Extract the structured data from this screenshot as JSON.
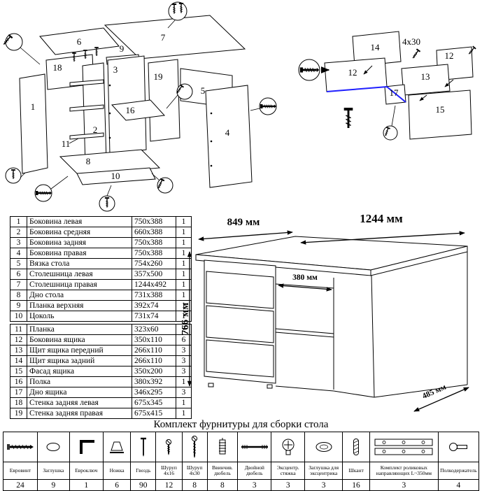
{
  "page": {
    "hardware_title": "Комплект фурнитуры для сборки стола"
  },
  "parts_table": {
    "upper_rows": [
      {
        "num": "1",
        "name": "Боковина левая",
        "size": "750x388",
        "qty": "1"
      },
      {
        "num": "2",
        "name": "Боковина средняя",
        "size": "660x388",
        "qty": "1"
      },
      {
        "num": "3",
        "name": "Боковина задняя",
        "size": "750x388",
        "qty": "1"
      },
      {
        "num": "4",
        "name": "Боковина правая",
        "size": "750x388",
        "qty": "1"
      },
      {
        "num": "5",
        "name": "Вязка стола",
        "size": "754x260",
        "qty": "1"
      },
      {
        "num": "6",
        "name": "Столешница левая",
        "size": "357x500",
        "qty": "1"
      },
      {
        "num": "7",
        "name": "Столешница правая",
        "size": "1244x492",
        "qty": "1"
      },
      {
        "num": "8",
        "name": "Дно стола",
        "size": "731x388",
        "qty": "1"
      },
      {
        "num": "9",
        "name": "Планка верхняя",
        "size": "392x74",
        "qty": "1"
      },
      {
        "num": "10",
        "name": "Цоколь",
        "size": "731x74",
        "qty": "1"
      }
    ],
    "lower_rows": [
      {
        "num": "11",
        "name": "Планка",
        "size": "323x60",
        "qty": "2"
      },
      {
        "num": "12",
        "name": "Боковина ящика",
        "size": "350x110",
        "qty": "6"
      },
      {
        "num": "13",
        "name": "Щит ящика передний",
        "size": "266x110",
        "qty": "3"
      },
      {
        "num": "14",
        "name": "Щит ящика задний",
        "size": "266x110",
        "qty": "3"
      },
      {
        "num": "15",
        "name": "Фасад ящика",
        "size": "350x200",
        "qty": "3"
      },
      {
        "num": "16",
        "name": "Полка",
        "size": "380x392",
        "qty": "1"
      },
      {
        "num": "17",
        "name": "Дно ящика",
        "size": "346x295",
        "qty": "3"
      },
      {
        "num": "18",
        "name": "Стенка задняя левая",
        "size": "675x345",
        "qty": "1"
      },
      {
        "num": "19",
        "name": "Стенка задняя правая",
        "size": "675x415",
        "qty": "1"
      }
    ]
  },
  "main_diagram": {
    "l1": "1",
    "l2": "2",
    "l3": "3",
    "l4": "4",
    "l5": "5",
    "l6": "6",
    "l7": "7",
    "l8": "8",
    "l9": "9",
    "l10": "10",
    "l11": "11",
    "l16": "16",
    "l18": "18",
    "l19": "19"
  },
  "drawer_diagram": {
    "l12a": "12",
    "l12b": "12",
    "l13": "13",
    "l14": "14",
    "l15": "15",
    "l17": "17",
    "screw_size": "4x30"
  },
  "desk_drawing": {
    "dim_width_left": "849 мм",
    "dim_width_right": "1244 мм",
    "dim_height": "766 мм",
    "dim_niche_width": "380 мм",
    "dim_depth": "485 мм"
  },
  "hardware": {
    "items": [
      {
        "name": "Евровинт",
        "qty": "24"
      },
      {
        "name": "Заглушка",
        "qty": "9"
      },
      {
        "name": "Евроключ",
        "qty": "1"
      },
      {
        "name": "Ножка",
        "qty": "6"
      },
      {
        "name": "Гвоздь",
        "qty": "90"
      },
      {
        "name": "Шуруп 4x16",
        "qty": "12"
      },
      {
        "name": "Шуруп 4x30",
        "qty": "8"
      },
      {
        "name": "Ввинчив. дюбель",
        "qty": "8"
      },
      {
        "name": "Двойной дюбель",
        "qty": "3"
      },
      {
        "name": "Эксцентр. стяжка",
        "qty": "3"
      },
      {
        "name": "Заглушка для эксцентрика",
        "qty": "3"
      },
      {
        "name": "Шкант",
        "qty": "16"
      },
      {
        "name": "Комплект роликовых направляющих L~350мм",
        "qty": "3"
      },
      {
        "name": "Полкодержатель",
        "qty": "4"
      }
    ]
  }
}
